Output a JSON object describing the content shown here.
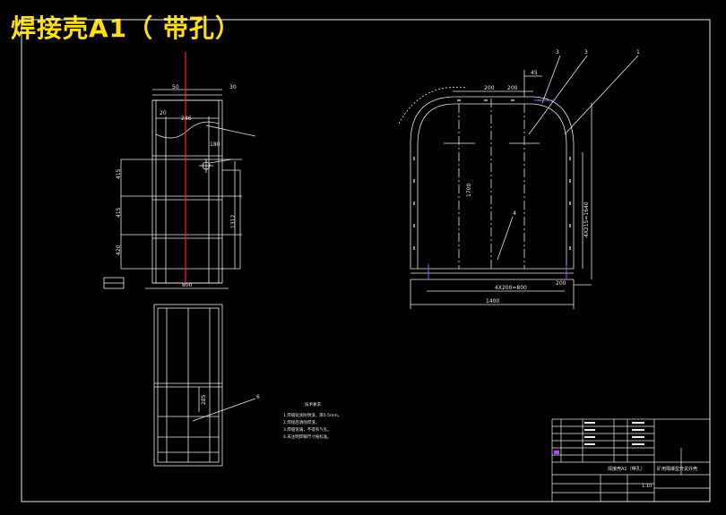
{
  "title": "焊接壳A1（ 带孔）",
  "colors": {
    "background": "#000000",
    "line": "#e8e8e8",
    "title": "#ffe000",
    "centerline": "#ff2020",
    "accent": "#c040ff"
  },
  "left_view": {
    "top_dims": [
      "50",
      "30"
    ],
    "side_dims": [
      "20",
      "246",
      "180",
      "415",
      "415",
      "420",
      "1312"
    ],
    "bottom_dim": "800"
  },
  "right_view": {
    "leader_labels": [
      "3",
      "3",
      "1",
      "4"
    ],
    "top_dims": [
      "200",
      "200",
      "45"
    ],
    "dims": [
      "1700",
      "4X215=1640",
      "4X200=800",
      "200",
      "1400"
    ]
  },
  "bottom_view": {
    "dims": [
      "285"
    ],
    "leader_label": "6"
  },
  "notes": {
    "heading": "技术要求",
    "lines": [
      "1.焊缝处涂防锈漆，厚0.5mm。",
      "2.焊接后清除焊渣。",
      "3.焊缝饱满，不得有气孔。",
      "4.未注明焊脚尺寸按标准。"
    ]
  },
  "title_block": {
    "drawing_name": "焊接壳A1（带孔）",
    "part_row": "矿用隔爆型开关外壳",
    "scale": "1:10"
  }
}
